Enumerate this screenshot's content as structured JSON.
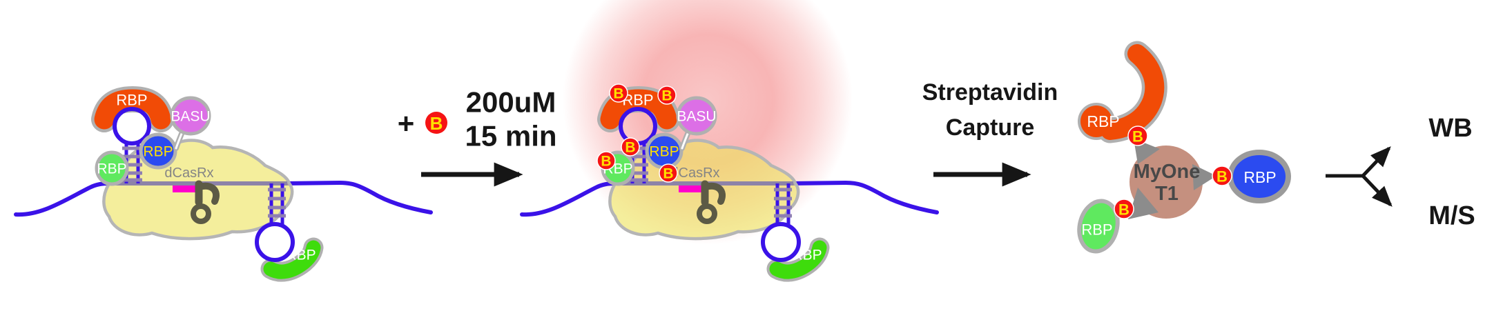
{
  "complex": {
    "rbp_label": "RBP",
    "basu_label": "BASU",
    "dcasrx_label": "dCasRx"
  },
  "biotin": {
    "label": "B"
  },
  "reaction": {
    "plus": "+",
    "concentration": "200uM",
    "duration": "15 min"
  },
  "capture": {
    "line1": "Streptavidin",
    "line2": "Capture"
  },
  "bead": {
    "name_line1": "MyOne",
    "name_line2": "T1",
    "rbp_label": "RBP"
  },
  "outputs": {
    "western_blot": "WB",
    "mass_spec": "M/S"
  },
  "colors": {
    "rbp_orange": "#F14B06",
    "rbp_blue": "#2B4BF0",
    "rbp_green": "#5FE95F",
    "rbp_green_bright": "#3EDC0C",
    "basu_violet": "#DC6FE6",
    "dcasrx_blob_yellow": "#EDE45F",
    "outline_gray": "#B0B0B0",
    "rna_blue": "#3A12E8",
    "ladder_purple": "#8F7FB2",
    "rna_in_blob_gray": "#8D83A8",
    "crrna_magenta": "#FF00CC",
    "anchor_olive": "#5C5A45",
    "biotin_red": "#F51414",
    "biotin_letter_yellow": "#FFE000",
    "bead_rose": "#C5907F",
    "streptavidin_gray": "#8C8C8C",
    "bead_text_gray": "#484848",
    "dcasrx_text_gray": "#858585",
    "text_black": "#161616",
    "glow_pink": "#F7A8A8"
  }
}
